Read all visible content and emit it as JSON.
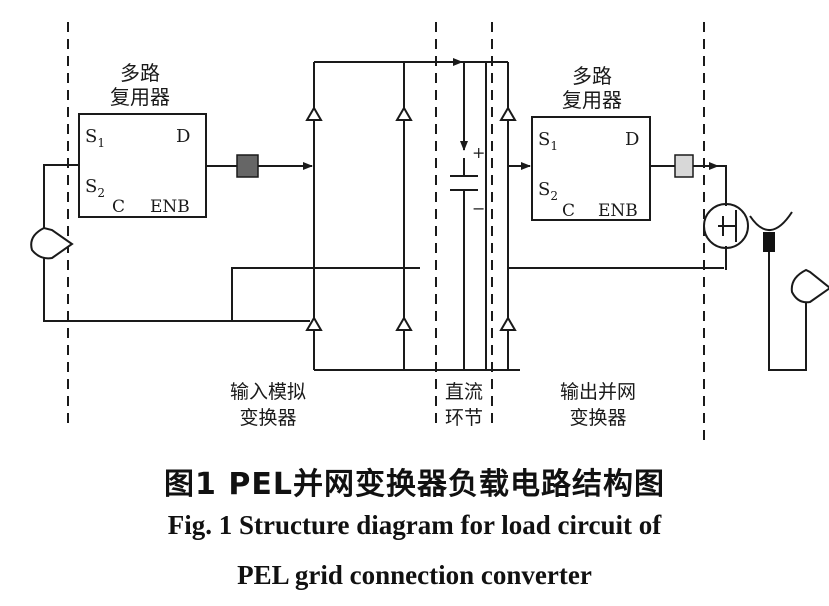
{
  "labels": {
    "mux_left_title_1": "多路",
    "mux_left_title_2": "复用器",
    "mux_right_title_1": "多路",
    "mux_right_title_2": "复用器",
    "pin_s1_main": "S",
    "pin_s1_sub": "1",
    "pin_s2_main": "S",
    "pin_s2_sub": "2",
    "pin_d": "D",
    "pin_c": "C",
    "pin_enb": "ENB",
    "cap_plus": "+",
    "cap_minus": "−",
    "section_input_1": "输入模拟",
    "section_input_2": "变换器",
    "section_dc_1": "直流",
    "section_dc_2": "环节",
    "section_output_1": "输出并网",
    "section_output_2": "变换器"
  },
  "caption": {
    "cn": "图1  PEL并网变换器负载电路结构图",
    "en_line1": "Fig. 1  Structure diagram for load circuit of",
    "en_line2": "PEL grid connection converter"
  },
  "colors": {
    "line": "#1a1a1a",
    "left_connector": "#666666",
    "right_connector": "#d8d8d8",
    "meter_bar": "#111111"
  }
}
